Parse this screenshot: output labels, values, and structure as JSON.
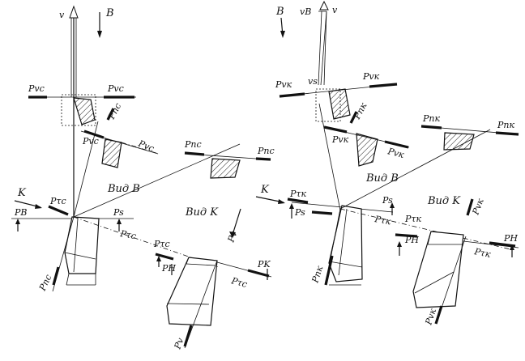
{
  "left": {
    "v": "v",
    "view_dir": "B",
    "p_vc_left": "Pvc",
    "p_vc_right": "Pvc",
    "p_nc_upper": "Pnc",
    "p_vc_mid": "Pvc",
    "p_vc_mid2": "Pvc",
    "vid_b": "Вид B",
    "k": "K",
    "p_tc": "Pτc",
    "p_b": "PB",
    "p_s": "Ps",
    "p_tc2": "Pτc",
    "p_nc_lower": "Pnc",
    "p_nc_view": "Pnc",
    "p_nc_view2": "Pnc",
    "vid_k": "Вид K",
    "p_v": "Pv",
    "p_tc3": "Pτc",
    "p_h": "PH",
    "p_k": "PK",
    "p_tc4": "Pτc",
    "p_v_bottom": "Pv"
  },
  "right": {
    "view_dir": "B",
    "v_b": "vB",
    "v": "v",
    "v_s": "vs",
    "p_vk_left": "Pvк",
    "p_vk_right": "Pvк",
    "p_nk_upper": "Pnк",
    "p_vk_mid": "Pvк",
    "p_vk_mid2": "Pvк",
    "p_nk_view": "Pnк",
    "p_nk_view2": "Pnк",
    "vid_b": "Вид B",
    "k": "K",
    "p_tk": "Pτк",
    "p_s_left": "Ps",
    "p_s_right": "Ps",
    "p_tk2": "Pτк",
    "vid_k": "Вид K",
    "p_vk_view": "Pvк",
    "p_tk3": "Pτк",
    "p_h_left": "PH",
    "p_h_right": "PH",
    "p_tk4": "Pτк",
    "p_nk_lower": "Pnк",
    "p_vk_bottom": "Pvк"
  }
}
